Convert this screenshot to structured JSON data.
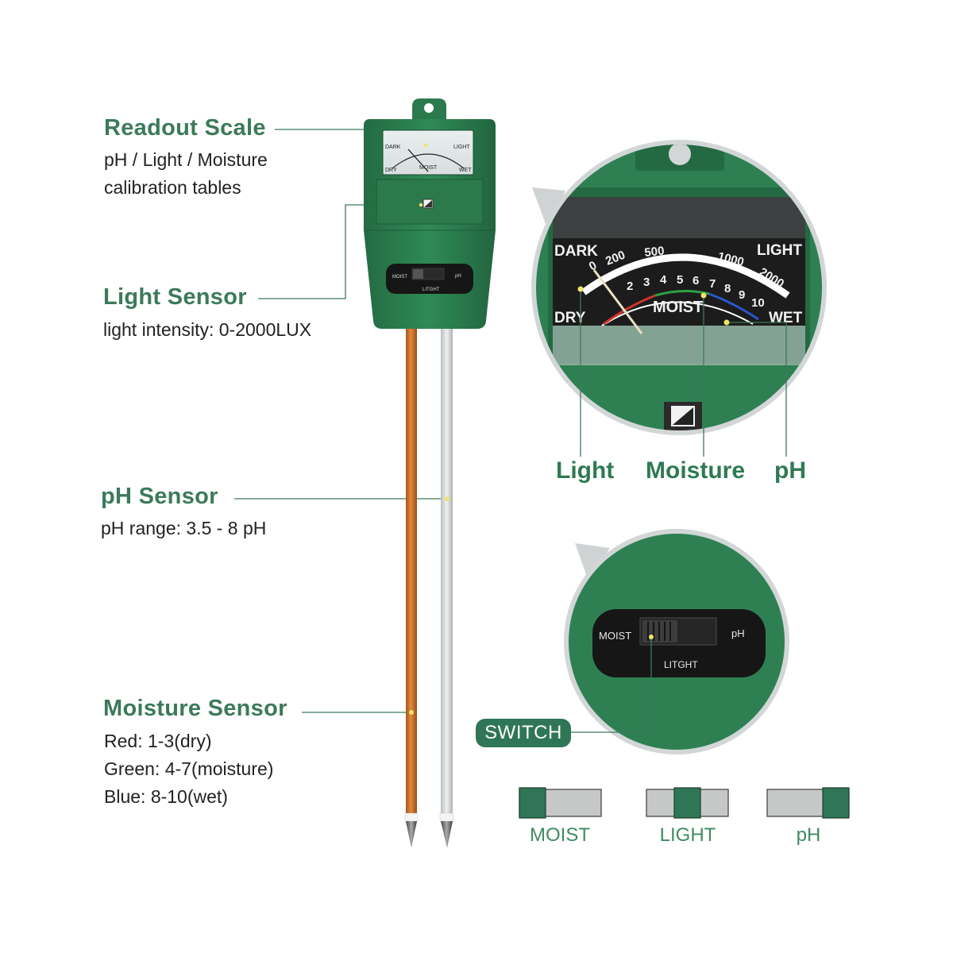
{
  "callouts": {
    "readout": {
      "title": "Readout Scale",
      "lines": [
        "pH / Light / Moisture",
        "calibration tables"
      ]
    },
    "light": {
      "title": "Light Sensor",
      "lines": [
        "light intensity: 0-2000LUX"
      ]
    },
    "ph": {
      "title": "pH Sensor",
      "lines": [
        "pH range: 3.5 - 8 pH"
      ]
    },
    "moisture": {
      "title": "Moisture Sensor",
      "lines": [
        "Red: 1-3(dry)",
        "Green: 4-7(moisture)",
        "Blue: 8-10(wet)"
      ]
    }
  },
  "meter": {
    "dark": "DARK",
    "light": "LIGHT",
    "dry": "DRY",
    "wet": "WET",
    "moist": "MOIST",
    "lux_ticks": [
      "0",
      "200",
      "500",
      "1000",
      "2000"
    ],
    "moist_ticks": [
      "2",
      "3",
      "4",
      "5",
      "6",
      "7",
      "8",
      "9",
      "10"
    ]
  },
  "zoom_labels": {
    "light": "Light",
    "moisture": "Moisture",
    "ph": "pH"
  },
  "switch": {
    "badge": "SWITCH",
    "left": "MOIST",
    "right": "pH",
    "bottom": "LITGHT",
    "positions": [
      {
        "label": "MOIST",
        "knob_position": 0
      },
      {
        "label": "LIGHT",
        "knob_position": 0.5
      },
      {
        "label": "pH",
        "knob_position": 1
      }
    ]
  },
  "colors": {
    "brand_green": "#2f7656",
    "label_green": "#3c7a5a",
    "device_green": "#2e7d52",
    "copper_probe": "#d2762e",
    "steel_probe": "#d8dcdc",
    "dry_red": "#d0342c",
    "moist_green": "#2ea043",
    "wet_blue": "#2b55c8"
  }
}
